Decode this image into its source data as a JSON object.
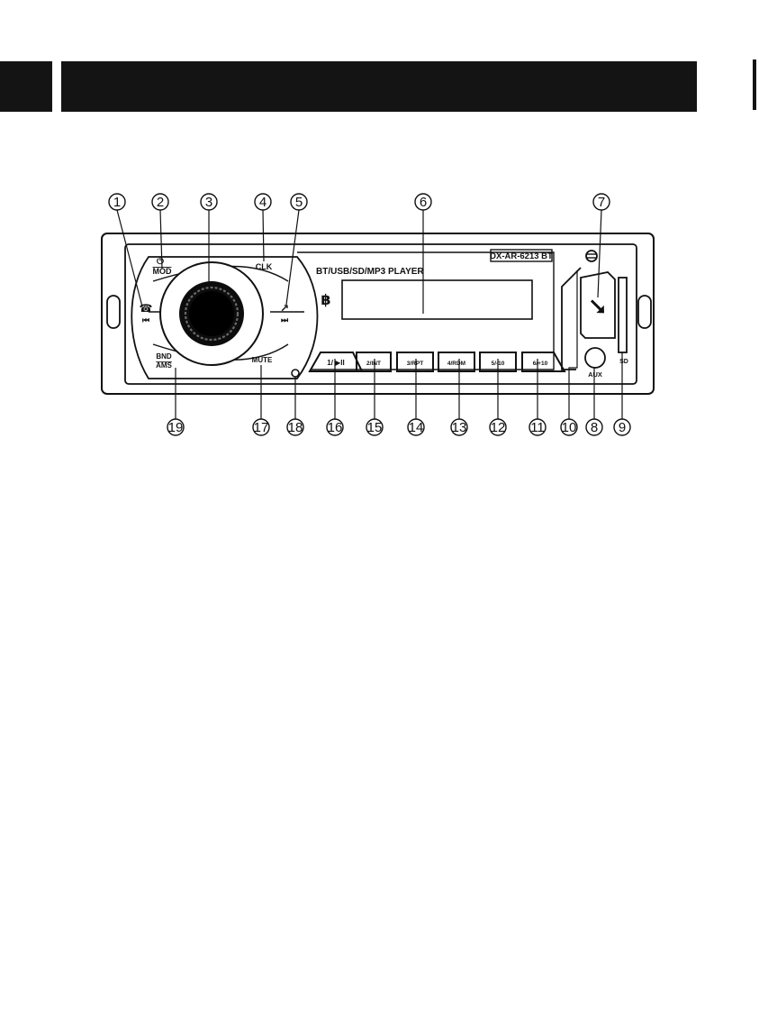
{
  "header": {
    "title": ""
  },
  "panel": {
    "model": "DX-AR-6213 BT",
    "player_title": "BT/USB/SD/MP3 PLAYER"
  },
  "buttons": {
    "mod": "MOD",
    "clk": "CLK",
    "bnd": "BND",
    "ams": "AMS",
    "mute": "MUTE",
    "aux": "AUX",
    "sd": "SD",
    "preset1": "1/ ▶II",
    "preset2": "2/INT",
    "preset3": "3/RPT",
    "preset4": "4/RDM",
    "preset5": "5/-10",
    "preset6": "6/+10"
  },
  "callouts": [
    "1",
    "2",
    "3",
    "4",
    "5",
    "6",
    "7",
    "8",
    "9",
    "10",
    "11",
    "12",
    "13",
    "14",
    "15",
    "16",
    "17",
    "18",
    "19"
  ],
  "colors": {
    "ink": "#111111",
    "header": "#141414"
  }
}
